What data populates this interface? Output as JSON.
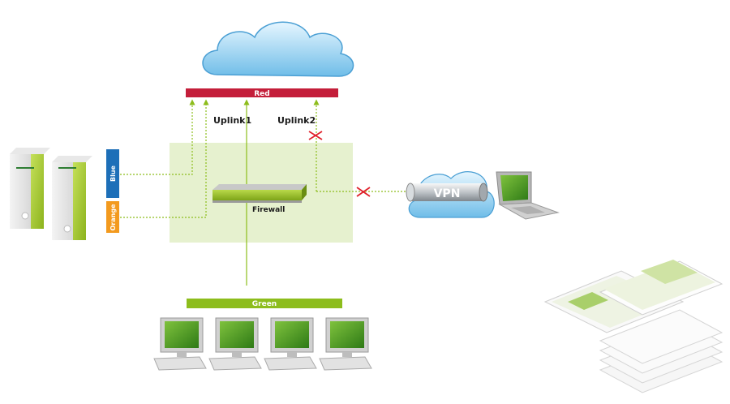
{
  "zones": {
    "red": "Red",
    "green": "Green",
    "blue": "Blue",
    "orange": "Orange"
  },
  "uplinks": [
    "Uplink1",
    "Uplink2"
  ],
  "firewall": "Firewall",
  "vpn": "VPN",
  "colors": {
    "red": "#c41e3a",
    "green": "#8dbd1c",
    "blue": "#1d6fb8",
    "orange": "#f39a1e",
    "zone_fill": "#e6f1cf",
    "cross": "#e0202a"
  },
  "icons": [
    "cloud-icon",
    "server-icon",
    "firewall-icon",
    "vpn-tunnel-icon",
    "laptop-icon",
    "monitor-icon",
    "screenshots-stack-icon"
  ]
}
